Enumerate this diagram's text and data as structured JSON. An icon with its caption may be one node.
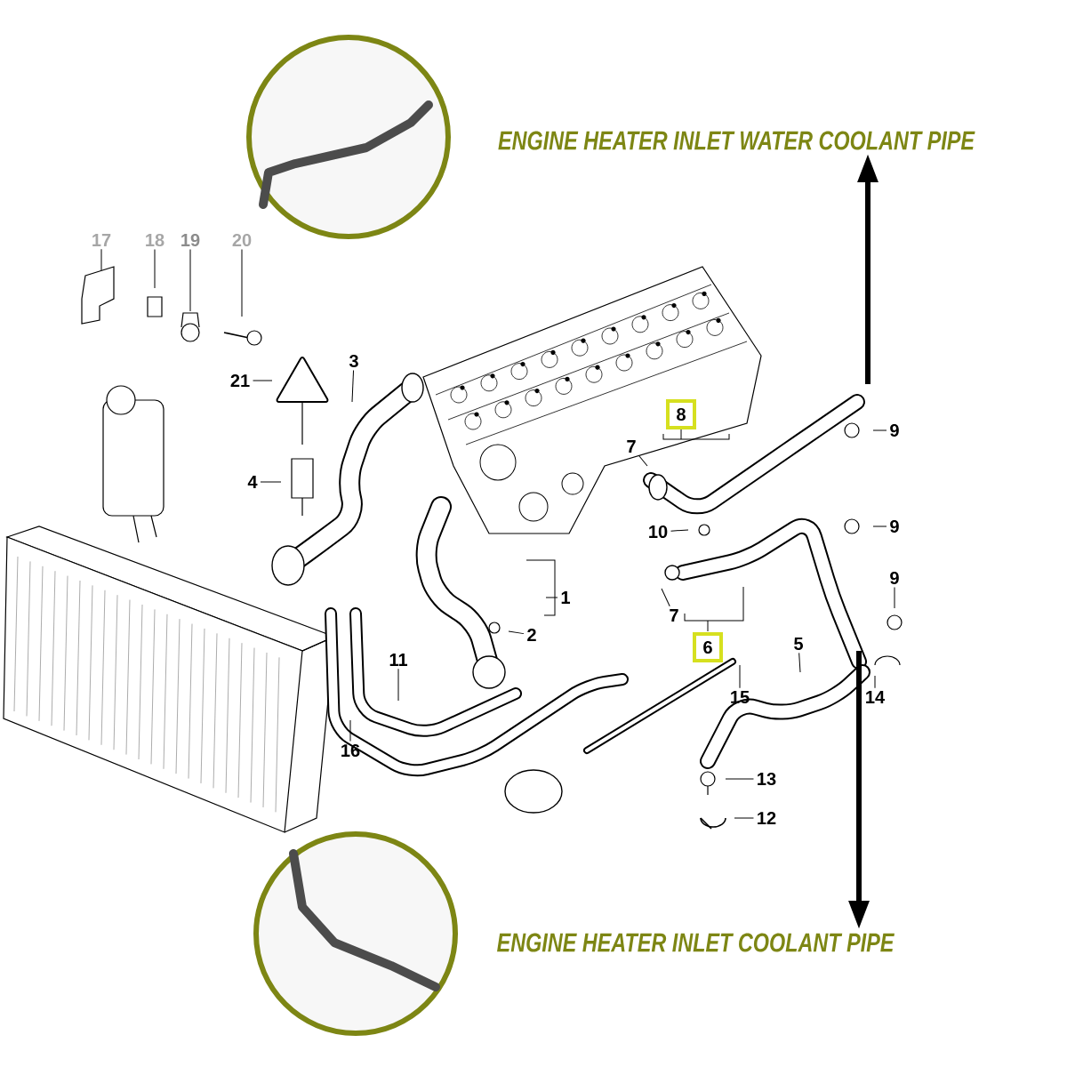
{
  "diagram": {
    "nodes": [
      {
        "text": [],
        "shape": "picture"
      },
      {
        "text": [
          "ENGINE HEATER INLET WATER COOLANT PIPE"
        ]
      },
      {
        "text": [
          "17"
        ]
      },
      {
        "text": [
          "18"
        ]
      },
      {
        "text": [
          "19"
        ]
      },
      {
        "text": [
          "20"
        ]
      },
      {
        "text": [
          "21"
        ]
      },
      {
        "text": [
          "3"
        ]
      },
      {
        "text": [
          "8"
        ]
      },
      {
        "text": [
          "7"
        ]
      },
      {
        "text": [
          "9"
        ]
      },
      {
        "text": [
          "4"
        ]
      },
      {
        "text": [
          "10"
        ]
      },
      {
        "text": [
          "9"
        ]
      },
      {
        "text": [
          "1"
        ]
      },
      {
        "text": [
          "7"
        ]
      },
      {
        "text": [
          "9"
        ]
      },
      {
        "text": [
          "2"
        ]
      },
      {
        "text": [
          "6"
        ]
      },
      {
        "text": [
          "5"
        ]
      },
      {
        "text": [
          "11"
        ]
      },
      {
        "text": [
          "15"
        ]
      },
      {
        "text": [
          "14"
        ]
      },
      {
        "text": [
          "16"
        ]
      },
      {
        "text": [
          "13"
        ]
      },
      {
        "text": [
          "12"
        ]
      },
      {
        "text": [],
        "shape": "picture"
      },
      {
        "text": [
          "ENGINE HEATER INLET COOLANT PIPE"
        ]
      }
    ],
    "edges": [
      {
        "from": null,
        "to": 1,
        "arrow": "to",
        "style": "thick"
      },
      {
        "from": null,
        "to": 27,
        "arrow": "to",
        "style": "thick"
      },
      {
        "from": 2,
        "to": null,
        "arrow": "none"
      },
      {
        "from": 3,
        "to": null,
        "arrow": "none"
      },
      {
        "from": 4,
        "to": null,
        "arrow": "none"
      },
      {
        "from": 5,
        "to": null,
        "arrow": "none"
      },
      {
        "from": 6,
        "to": null,
        "arrow": "none"
      },
      {
        "from": 7,
        "to": null,
        "arrow": "none"
      },
      {
        "from": 9,
        "to": null,
        "arrow": "none"
      },
      {
        "from": 10,
        "to": null,
        "arrow": "none"
      },
      {
        "from": 11,
        "to": null,
        "arrow": "none"
      },
      {
        "from": 12,
        "to": null,
        "arrow": "none"
      },
      {
        "from": 13,
        "to": null,
        "arrow": "none"
      },
      {
        "from": 14,
        "to": null,
        "arrow": "none"
      },
      {
        "from": 15,
        "to": null,
        "arrow": "none"
      },
      {
        "from": 16,
        "to": null,
        "arrow": "none"
      },
      {
        "from": 17,
        "to": null,
        "arrow": "none"
      },
      {
        "from": 19,
        "to": null,
        "arrow": "none"
      },
      {
        "from": 20,
        "to": null,
        "arrow": "none"
      },
      {
        "from": 21,
        "to": null,
        "arrow": "none"
      },
      {
        "from": 22,
        "to": null,
        "arrow": "none"
      },
      {
        "from": 23,
        "to": null,
        "arrow": "none"
      },
      {
        "from": 24,
        "to": null,
        "arrow": "none"
      },
      {
        "from": 25,
        "to": null,
        "arrow": "none"
      }
    ]
  }
}
